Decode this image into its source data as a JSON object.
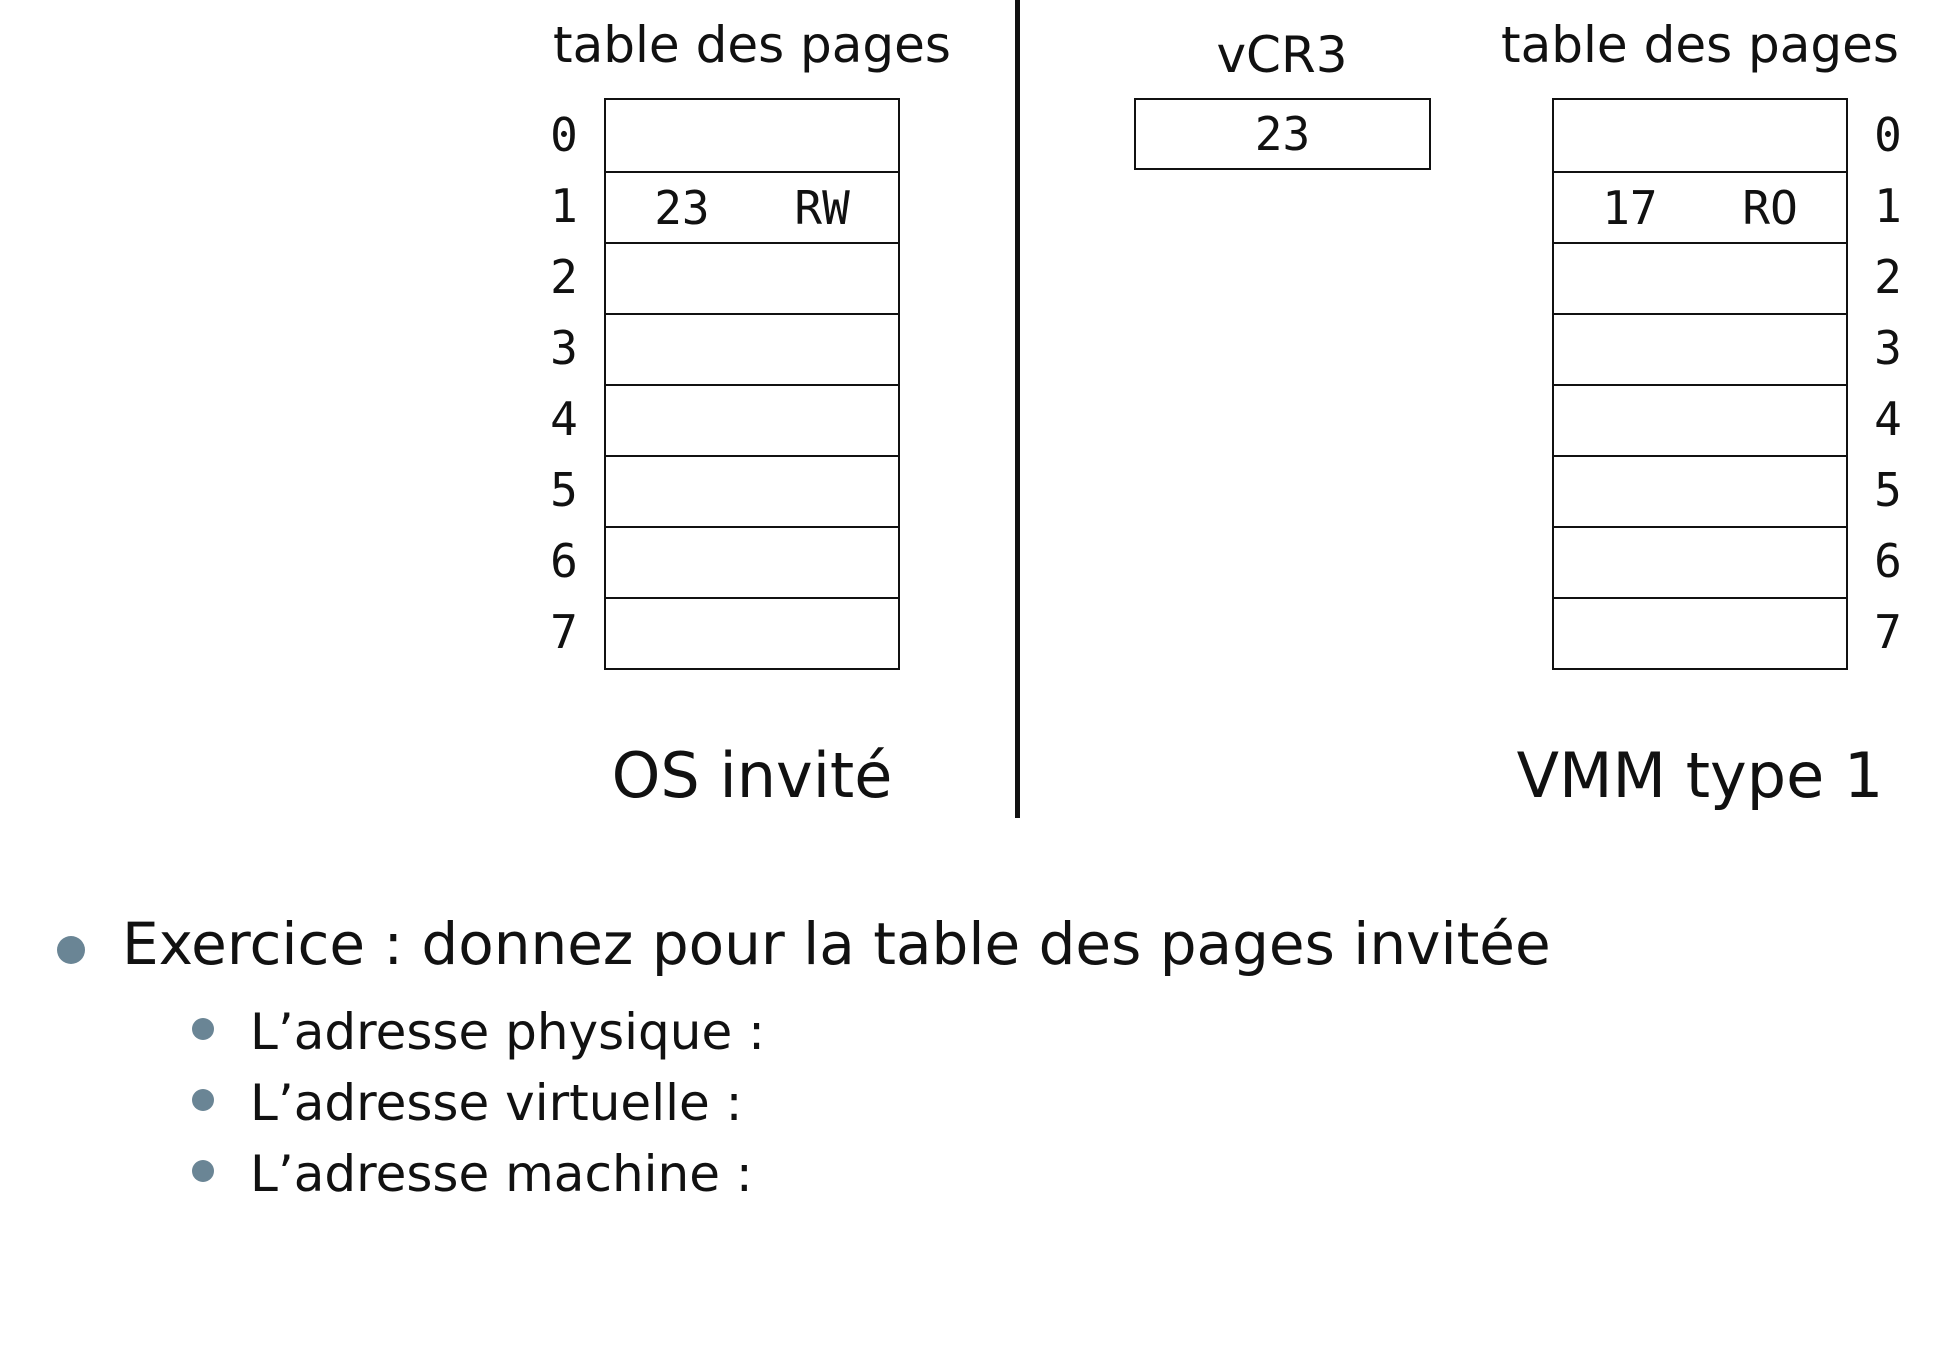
{
  "guest": {
    "title": "table des pages",
    "caption": "OS invité",
    "rows": [
      {
        "index": "0",
        "frame": "",
        "flag": ""
      },
      {
        "index": "1",
        "frame": "23",
        "flag": "RW"
      },
      {
        "index": "2",
        "frame": "",
        "flag": ""
      },
      {
        "index": "3",
        "frame": "",
        "flag": ""
      },
      {
        "index": "4",
        "frame": "",
        "flag": ""
      },
      {
        "index": "5",
        "frame": "",
        "flag": ""
      },
      {
        "index": "6",
        "frame": "",
        "flag": ""
      },
      {
        "index": "7",
        "frame": "",
        "flag": ""
      }
    ]
  },
  "register": {
    "label": "vCR3",
    "value": "23"
  },
  "vmm": {
    "title": "table des pages",
    "caption": "VMM type 1",
    "rows": [
      {
        "index": "0",
        "frame": "",
        "flag": ""
      },
      {
        "index": "1",
        "frame": "17",
        "flag": "RO"
      },
      {
        "index": "2",
        "frame": "",
        "flag": ""
      },
      {
        "index": "3",
        "frame": "",
        "flag": ""
      },
      {
        "index": "4",
        "frame": "",
        "flag": ""
      },
      {
        "index": "5",
        "frame": "",
        "flag": ""
      },
      {
        "index": "6",
        "frame": "",
        "flag": ""
      },
      {
        "index": "7",
        "frame": "",
        "flag": ""
      }
    ]
  },
  "exercise": {
    "main": "Exercice : donnez pour la table des pages invitée",
    "items": [
      "L’adresse physique :",
      "L’adresse virtuelle :",
      "L’adresse machine :"
    ]
  },
  "colors": {
    "bullet": "#6a8595",
    "ink": "#111111"
  }
}
